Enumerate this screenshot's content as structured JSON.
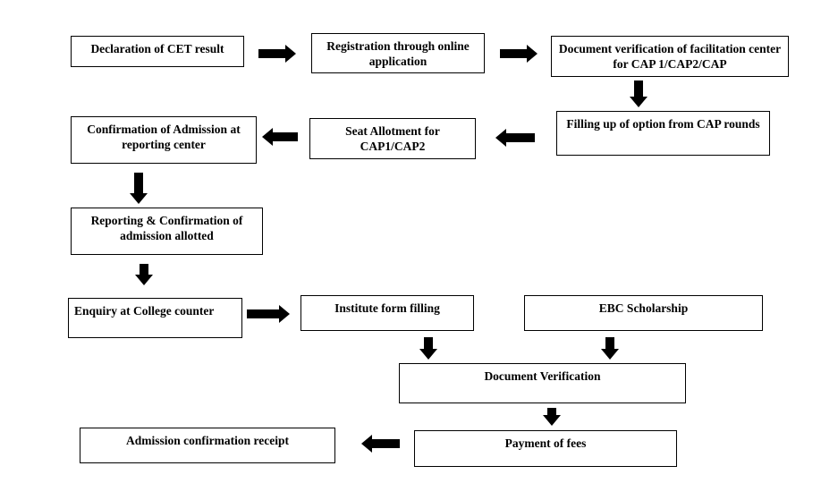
{
  "nodes": {
    "cet_result": "Declaration of CET result",
    "registration": "Registration through online application",
    "doc_verification_cap": "Document verification of facilitation center for CAP 1/CAP2/CAP",
    "filling_option": "Filling up of option from CAP rounds",
    "seat_allotment": "Seat Allotment for CAP1/CAP2",
    "confirmation_admission": "Confirmation of Admission at reporting center",
    "reporting_confirmation": "Reporting & Confirmation of admission allotted",
    "enquiry": "Enquiry at College counter",
    "institute_form": "Institute form filling",
    "ebc": "EBC Scholarship",
    "document_verification": "Document Verification",
    "payment": "Payment of fees",
    "receipt": "Admission confirmation receipt"
  },
  "edges": [
    {
      "from": "cet_result",
      "to": "registration"
    },
    {
      "from": "registration",
      "to": "doc_verification_cap"
    },
    {
      "from": "doc_verification_cap",
      "to": "filling_option"
    },
    {
      "from": "filling_option",
      "to": "seat_allotment"
    },
    {
      "from": "seat_allotment",
      "to": "confirmation_admission"
    },
    {
      "from": "confirmation_admission",
      "to": "reporting_confirmation"
    },
    {
      "from": "reporting_confirmation",
      "to": "enquiry"
    },
    {
      "from": "enquiry",
      "to": "institute_form"
    },
    {
      "from": "institute_form",
      "to": "document_verification"
    },
    {
      "from": "ebc",
      "to": "document_verification"
    },
    {
      "from": "document_verification",
      "to": "payment"
    },
    {
      "from": "payment",
      "to": "receipt"
    }
  ]
}
